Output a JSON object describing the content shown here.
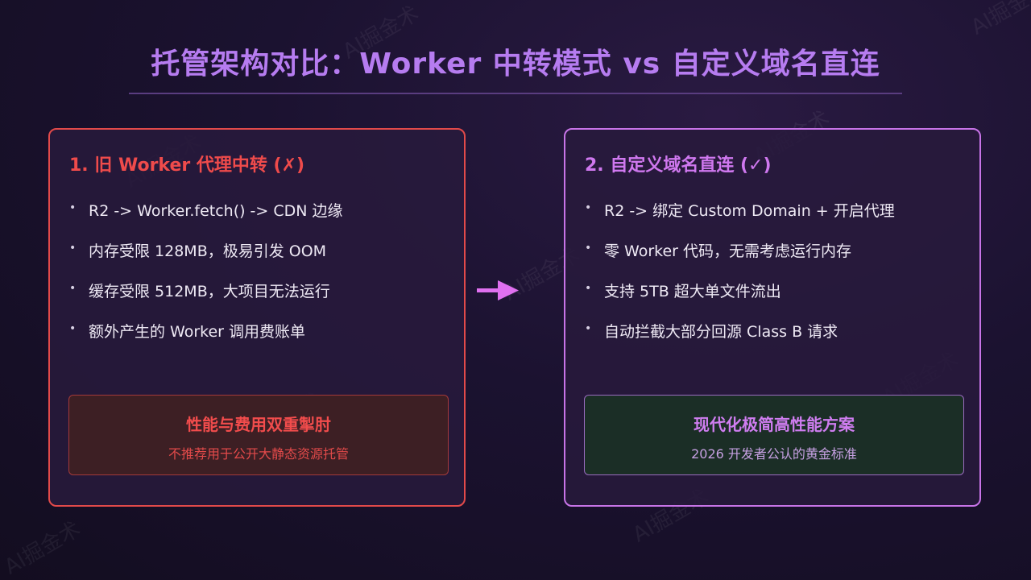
{
  "title": "托管架构对比：Worker 中转模式 vs 自定义域名直连",
  "left_card": {
    "heading": "1. 旧 Worker 代理中转 (✗)",
    "bullets": [
      "R2 -> Worker.fetch() -> CDN 边缘",
      "内存受限 128MB，极易引发 OOM",
      "缓存受限 512MB，大项目无法运行",
      "额外产生的 Worker 调用费账单"
    ],
    "callout_title": "性能与费用双重掣肘",
    "callout_sub": "不推荐用于公开大静态资源托管"
  },
  "right_card": {
    "heading": "2. 自定义域名直连 (✓)",
    "bullets": [
      "R2 -> 绑定 Custom Domain + 开启代理",
      "零 Worker 代码，无需考虑运行内存",
      "支持 5TB 超大单文件流出",
      "自动拦截大部分回源 Class B 请求"
    ],
    "callout_title": "现代化极简高性能方案",
    "callout_sub": "2026 开发者公认的黄金标准"
  },
  "bullet_glyph": "•",
  "watermark": "AI掘金术",
  "colors": {
    "accent_purple": "#b67cf0",
    "left_red": "#e24a4a",
    "right_magenta": "#c874e8",
    "arrow": "#e070f0"
  },
  "icons": {
    "arrow": "right-arrow-icon"
  }
}
